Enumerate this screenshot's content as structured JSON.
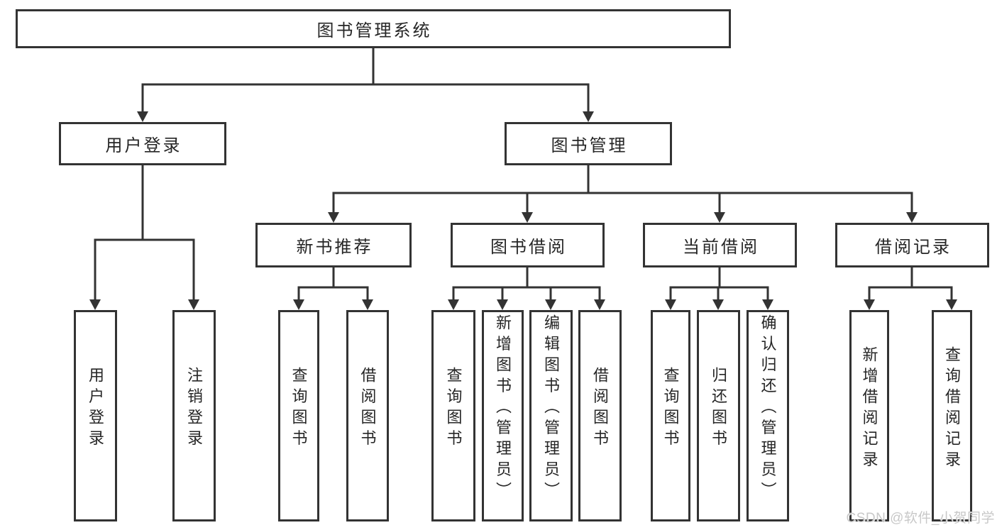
{
  "colors": {
    "line": "#333333",
    "text": "#262626",
    "watermark": "#c8c8c8",
    "background": "#ffffff"
  },
  "root": {
    "label": "图书管理系统"
  },
  "level2": [
    {
      "label": "用户登录"
    },
    {
      "label": "图书管理"
    }
  ],
  "level3": [
    {
      "label": "新书推荐",
      "parent": "图书管理"
    },
    {
      "label": "图书借阅",
      "parent": "图书管理"
    },
    {
      "label": "当前借阅",
      "parent": "图书管理"
    },
    {
      "label": "借阅记录",
      "parent": "图书管理"
    }
  ],
  "leaves": [
    {
      "label": "用户登录",
      "parent": "用户登录"
    },
    {
      "label": "注销登录",
      "parent": "用户登录"
    },
    {
      "label": "查询图书",
      "parent": "新书推荐"
    },
    {
      "label": "借阅图书",
      "parent": "新书推荐"
    },
    {
      "label": "查询图书",
      "parent": "图书借阅"
    },
    {
      "label": "新增图书（管理员）",
      "parent": "图书借阅"
    },
    {
      "label": "编辑图书（管理员）",
      "parent": "图书借阅"
    },
    {
      "label": "借阅图书",
      "parent": "图书借阅"
    },
    {
      "label": "查询图书",
      "parent": "当前借阅"
    },
    {
      "label": "归还图书",
      "parent": "当前借阅"
    },
    {
      "label": "确认归还（管理员）",
      "parent": "当前借阅"
    },
    {
      "label": "新增借阅记录",
      "parent": "借阅记录"
    },
    {
      "label": "查询借阅记录",
      "parent": "借阅记录"
    }
  ],
  "watermark": {
    "text": "CSDN @软件_小贺同学"
  }
}
